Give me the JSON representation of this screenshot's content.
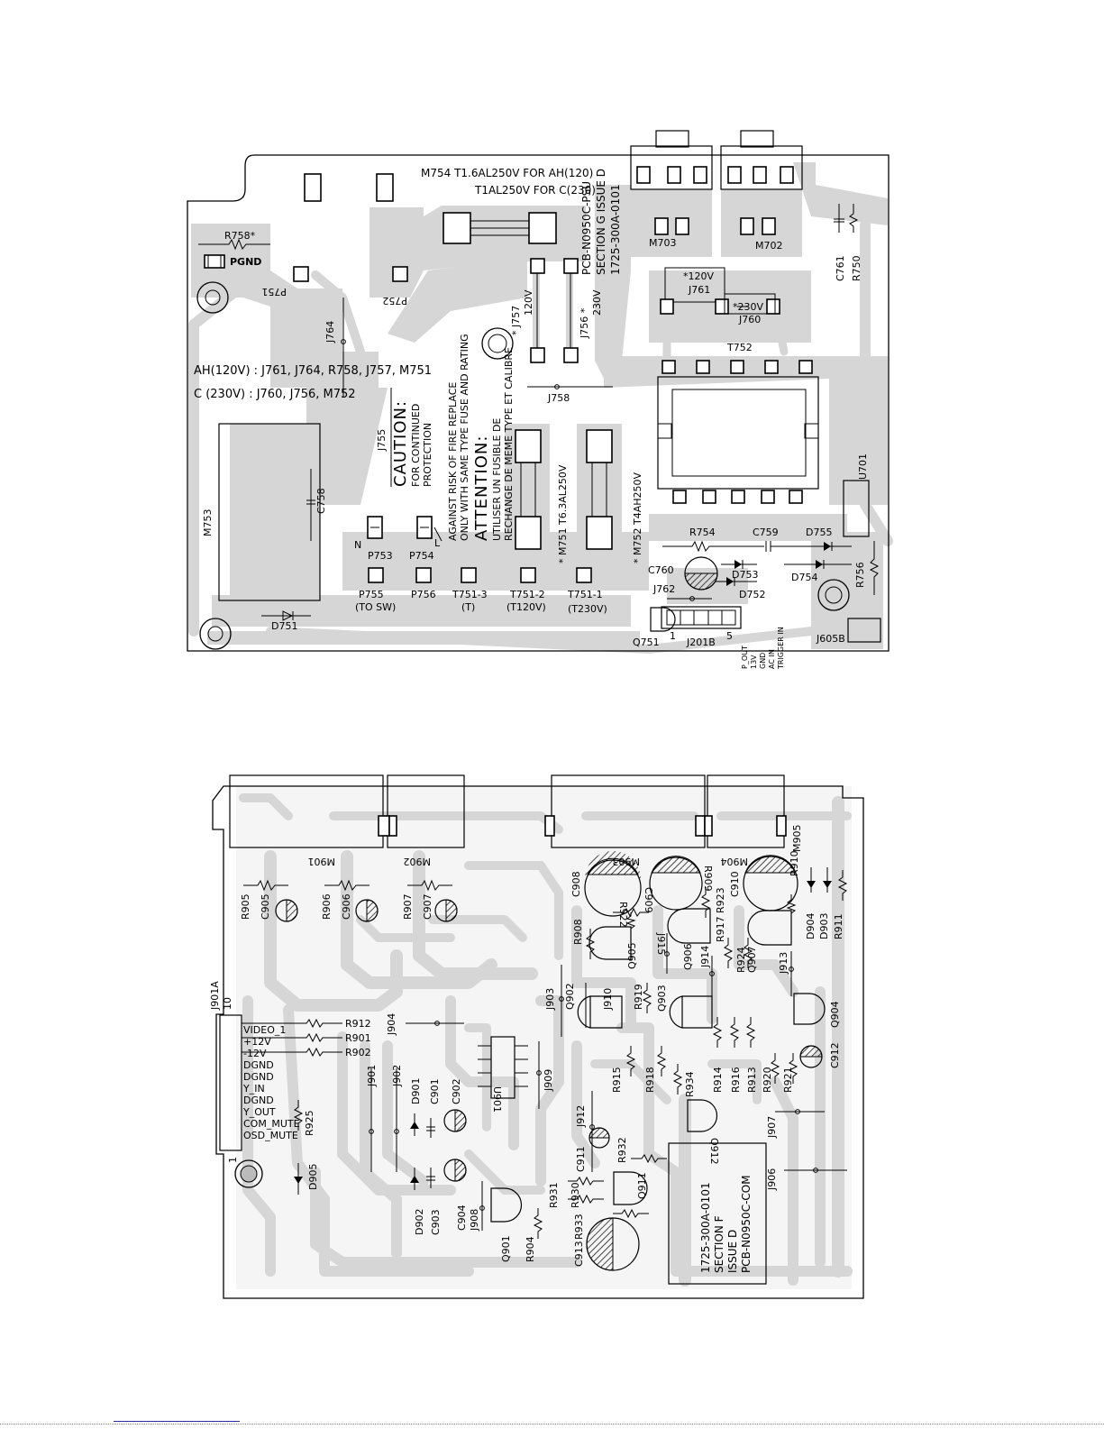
{
  "psu_board": {
    "fuse_spec_line1": "M754  T1.6AL250V FOR AH(120)",
    "fuse_spec_line2": "T1AL250V FOR C(230)",
    "board_id": [
      "PCB-N0950C-PSU",
      "SECTION G ISSUE D",
      "1725-300A-0101"
    ],
    "config_ah": "AH(120V) : J761, J764, R758, J757, M751",
    "config_c": "C (230V) : J760, J756, M752",
    "caution_title": "CAUTION:",
    "caution_lines": [
      "FOR CONTINUED",
      "PROTECTION",
      "AGAINST RISK OF FIRE REPLACE",
      "ONLY WITH SAME TYPE FUSE AND RATING"
    ],
    "attention_title": "ATTENTION:",
    "attention_lines": [
      "UTILISER UN FUSIBLE DE",
      "RECHANGE DE MEME TYPE ET CALIBRE"
    ],
    "fuse_m751": "* M751  T6.3AL250V",
    "fuse_m752": "* M752  T4AH250V",
    "j757": "* J757",
    "j757_v": "120V",
    "j756": "J756 *",
    "j756_v": "230V",
    "j761_v": "*120V",
    "j760_v": "*230V",
    "labels": {
      "r758": "R758*",
      "pgnd": "PGND",
      "p751": "P751",
      "p752": "P752",
      "j764": "J764",
      "j755": "J755",
      "j758": "J758",
      "m753": "M753",
      "c758": "C758",
      "m703": "M703",
      "m702": "M702",
      "c761": "C761",
      "r750": "R750",
      "j761": "J761",
      "j760": "J760",
      "t752": "T752",
      "u701": "U701",
      "r754": "R754",
      "c759": "C759",
      "d755": "D755",
      "c760": "C760",
      "d753": "D753",
      "d754": "D754",
      "d752": "D752",
      "r756": "R756",
      "j762": "J762",
      "q751": "Q751",
      "j201b": "J201B",
      "j605b": "J605B",
      "d751": "D751",
      "n": "N",
      "l": "L",
      "p753": "P753",
      "p754": "P754",
      "p755": "P755",
      "p755_sub": "(TO SW)",
      "p756": "P756",
      "t751_3": "T751-3",
      "t751_3_sub": "(T)",
      "t751_2": "T751-2",
      "t751_2_sub": "(T120V)",
      "t751_1": "T751-1",
      "t751_1_sub": "(T230V)",
      "pin1": "1",
      "pin5": "5"
    },
    "j201b_pins": [
      "P_OUT",
      "13V",
      "GND",
      "AC IN",
      "TRIGGER IN"
    ]
  },
  "com_board": {
    "connector": "J901A",
    "connector_pin_top": "10",
    "connector_pin_bottom": "1",
    "pins": [
      "VIDEO_1",
      "+12V",
      "-12V",
      "DGND",
      "DGND",
      "Y_IN",
      "DGND",
      "Y_OUT",
      "COM_MUTE",
      "OSD_MUTE"
    ],
    "board_id": [
      "1725-300A-0101",
      "SECTION F",
      "ISSUE D",
      "PCB-N0950C-COM"
    ],
    "labels": {
      "m901": "M901",
      "m902": "M902",
      "m903": "M903",
      "m904": "M904",
      "m905": "M905",
      "r905": "R905",
      "c905": "C905",
      "r906": "R906",
      "c906": "C906",
      "r907": "R907",
      "c907": "C907",
      "c908": "C908",
      "c909": "C909",
      "r909": "R909",
      "c910": "C910",
      "r910": "R910",
      "r922": "R922",
      "r908": "R908",
      "q905": "Q905",
      "j915": "J915",
      "q906": "Q906",
      "r923": "R923",
      "r917": "R917",
      "j914": "J914",
      "r924": "R924",
      "q907": "Q907",
      "d904": "D904",
      "d903": "D903",
      "r911": "R911",
      "j913": "J913",
      "r912": "R912",
      "r901": "R901",
      "r902": "R902",
      "j904": "J904",
      "j903": "J903",
      "q902": "Q902",
      "j910": "J910",
      "r919": "R919",
      "q903": "Q903",
      "q904": "Q904",
      "j901": "J901",
      "j902": "J902",
      "d901": "D901",
      "c901": "C901",
      "c902": "C902",
      "r925": "R925",
      "u901": "U901",
      "j909": "J909",
      "r915": "R915",
      "r918": "R918",
      "r934": "R934",
      "r914": "R914",
      "r916": "R916",
      "r913": "R913",
      "r920": "R920",
      "r921": "R921",
      "c912": "C912",
      "j912": "J912",
      "q912": "Q912",
      "j907": "J907",
      "d905": "D905",
      "c911": "C911",
      "r932": "R932",
      "r930": "R930",
      "r931": "R931",
      "q911": "Q911",
      "r933": "R933",
      "c904": "C904",
      "j908": "J908",
      "d902": "D902",
      "c903": "C903",
      "q901": "Q901",
      "r904": "R904",
      "c913": "C913",
      "j906": "J906"
    }
  }
}
